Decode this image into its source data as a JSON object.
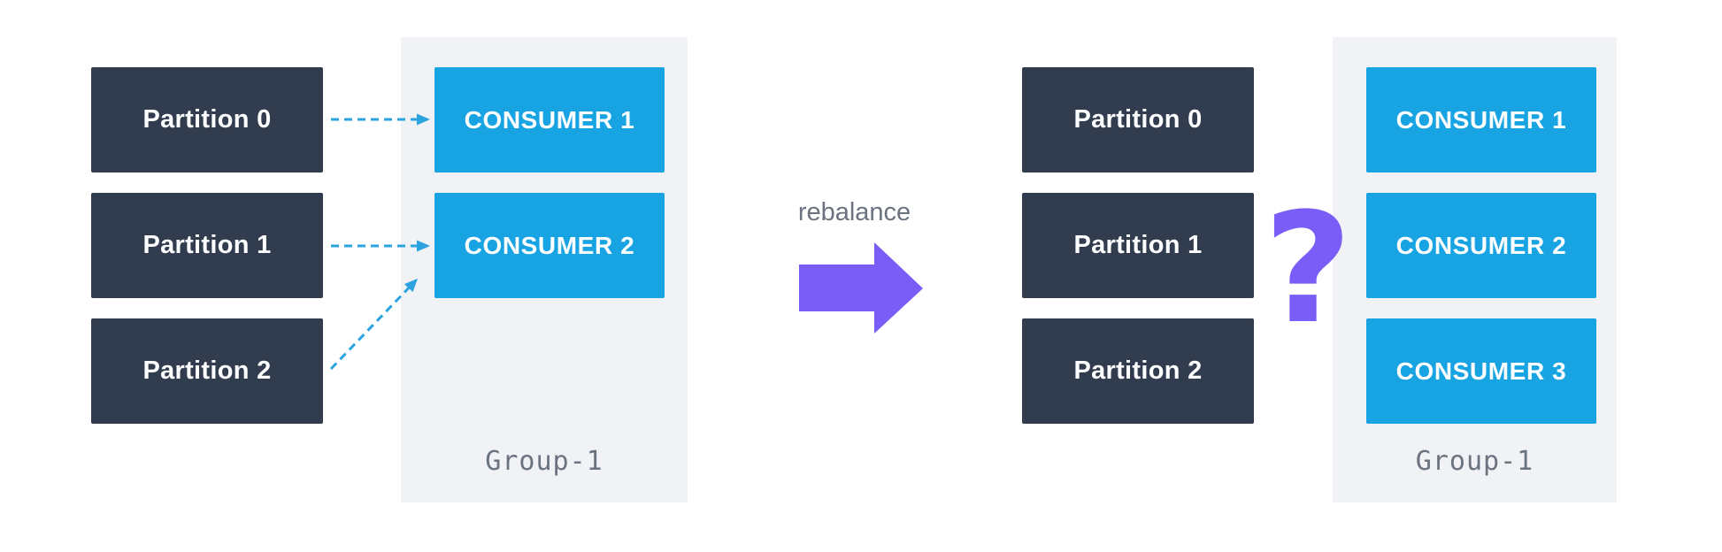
{
  "diagram": {
    "before": {
      "partitions": [
        "Partition 0",
        "Partition 1",
        "Partition 2"
      ],
      "group": {
        "label": "Group-1",
        "consumers": [
          "CONSUMER 1",
          "CONSUMER 2"
        ]
      }
    },
    "transition": {
      "label": "rebalance"
    },
    "after": {
      "partitions": [
        "Partition 0",
        "Partition 1",
        "Partition 2"
      ],
      "question_mark": "?",
      "group": {
        "label": "Group-1",
        "consumers": [
          "CONSUMER 1",
          "CONSUMER 2",
          "CONSUMER 3"
        ]
      }
    }
  },
  "icons": {
    "rebalance_arrow": "right-arrow",
    "assignment_arrows": "dashed-arrow",
    "question_mark": "question-mark"
  },
  "colors": {
    "partition_box": "#313c4e",
    "consumer_box": "#18a3e3",
    "group_background": "#f0f2f5",
    "assignment_arrow": "#2aa3e0",
    "accent_purple": "#7a5cf6",
    "muted_text": "#6b7280",
    "box_text": "#fdfeff"
  }
}
